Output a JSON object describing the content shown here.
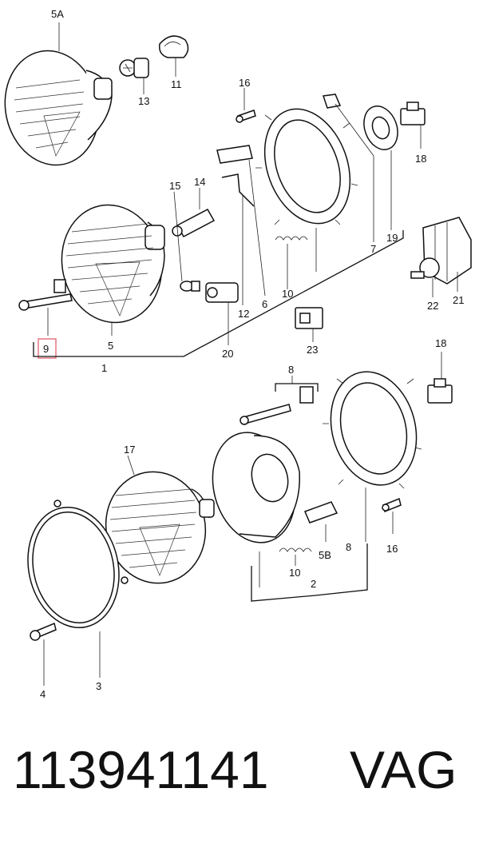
{
  "callouts": {
    "c_5A": "5A",
    "c_11": "11",
    "c_13": "13",
    "c_16a": "16",
    "c_18a": "18",
    "c_14": "14",
    "c_15": "15",
    "c_6": "6",
    "c_7": "7",
    "c_19": "19",
    "c_21": "21",
    "c_22": "22",
    "c_10a": "10",
    "c_12": "12",
    "c_9": "9",
    "c_5": "5",
    "c_20": "20",
    "c_23": "23",
    "c_1": "1",
    "c_18b": "18",
    "c_8a": "8",
    "c_17": "17",
    "c_16b": "16",
    "c_5B": "5B",
    "c_8b": "8",
    "c_10b": "10",
    "c_2": "2",
    "c_4": "4",
    "c_3": "3"
  },
  "highlight_color": "#e06070",
  "part_number": "113941141",
  "brand": "VAG"
}
